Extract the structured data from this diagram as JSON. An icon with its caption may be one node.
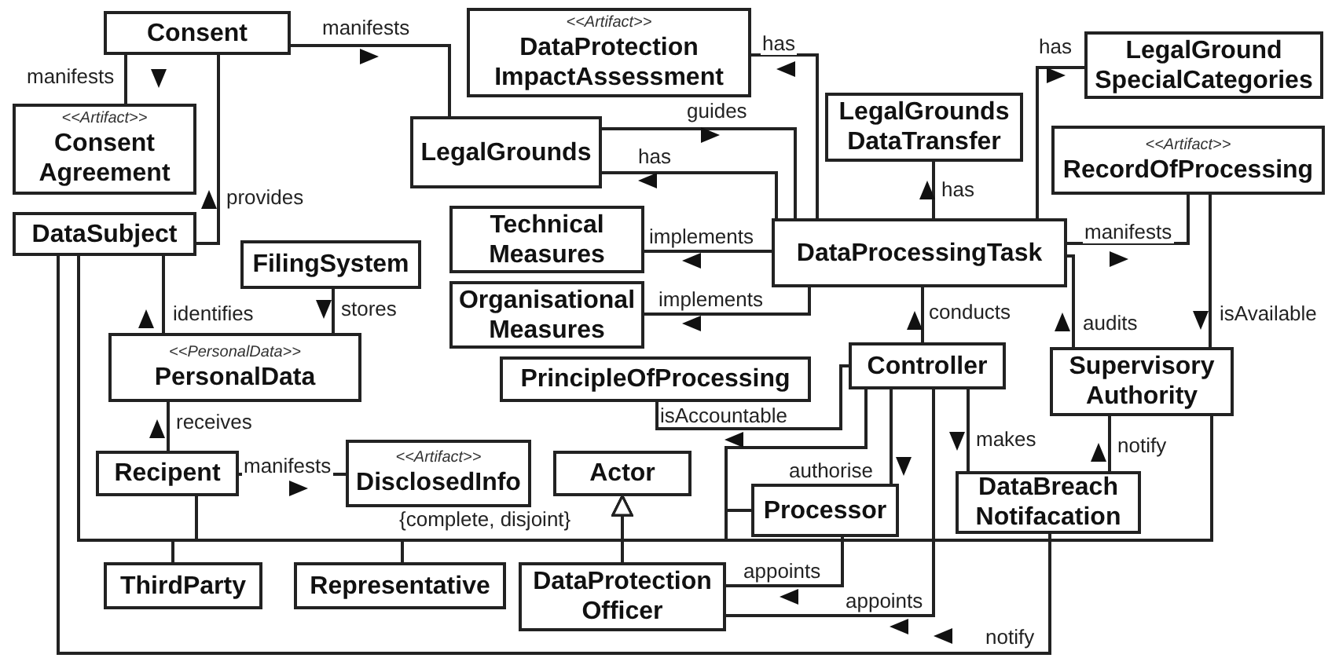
{
  "diagram": {
    "nodes": [
      {
        "text": [
          "Consent"
        ]
      },
      {
        "text": [
          "<<Artifact>>",
          "Consent Agreement"
        ]
      },
      {
        "text": [
          "DataSubject"
        ]
      },
      {
        "text": [
          "<<Artifact>>",
          "DataProtection ImpactAssessment"
        ]
      },
      {
        "text": [
          "LegalGround SpecialCategories"
        ]
      },
      {
        "text": [
          "LegalGrounds"
        ]
      },
      {
        "text": [
          "LegalGrounds DataTransfer"
        ]
      },
      {
        "text": [
          "<<Artifact>>",
          "RecordOfProcessing"
        ]
      },
      {
        "text": [
          "FilingSystem"
        ]
      },
      {
        "text": [
          "Technical Measures"
        ]
      },
      {
        "text": [
          "DataProcessingTask"
        ]
      },
      {
        "text": [
          "Organisational Measures"
        ]
      },
      {
        "text": [
          "<<PersonalData>>",
          "PersonalData"
        ]
      },
      {
        "text": [
          "PrincipleOfProcessing"
        ]
      },
      {
        "text": [
          "Controller"
        ]
      },
      {
        "text": [
          "Supervisory Authority"
        ]
      },
      {
        "text": [
          "Recipent"
        ]
      },
      {
        "text": [
          "<<Artifact>>",
          "DisclosedInfo"
        ]
      },
      {
        "text": [
          "Actor"
        ]
      },
      {
        "text": [
          "Processor"
        ]
      },
      {
        "text": [
          "DataBreach Notifacation"
        ]
      },
      {
        "text": [
          "ThirdParty"
        ]
      },
      {
        "text": [
          "Representative"
        ]
      },
      {
        "text": [
          "DataProtection Officer"
        ]
      }
    ],
    "edges": [
      {
        "from": 0,
        "to": 1,
        "arrow": "none",
        "label": "manifests"
      },
      {
        "from": 0,
        "to": 5,
        "arrow": "none",
        "label": "manifests"
      },
      {
        "from": 2,
        "to": 0,
        "arrow": "none",
        "label": "provides"
      },
      {
        "from": 10,
        "to": 3,
        "arrow": "none",
        "label": "has"
      },
      {
        "from": 5,
        "to": 10,
        "arrow": "none",
        "label": "guides"
      },
      {
        "from": 10,
        "to": 5,
        "arrow": "none",
        "label": "has"
      },
      {
        "from": 10,
        "to": 6,
        "arrow": "none",
        "label": "has"
      },
      {
        "from": 10,
        "to": 4,
        "arrow": "none",
        "label": "has"
      },
      {
        "from": 10,
        "to": 9,
        "arrow": "none",
        "label": "implements"
      },
      {
        "from": 10,
        "to": 11,
        "arrow": "none",
        "label": "implements"
      },
      {
        "from": 10,
        "to": 7,
        "arrow": "none",
        "label": "manifests"
      },
      {
        "from": 15,
        "to": 10,
        "arrow": "none",
        "label": "audits"
      },
      {
        "from": 7,
        "to": 15,
        "arrow": "none",
        "label": "isAvailable"
      },
      {
        "from": 12,
        "to": 2,
        "arrow": "none",
        "label": "identifies"
      },
      {
        "from": 8,
        "to": 12,
        "arrow": "none",
        "label": "stores"
      },
      {
        "from": 16,
        "to": 12,
        "arrow": "none",
        "label": "receives"
      },
      {
        "from": 16,
        "to": 17,
        "arrow": "none",
        "label": "manifests"
      },
      {
        "from": 14,
        "to": 10,
        "arrow": "none",
        "label": "conducts"
      },
      {
        "from": 14,
        "to": 13,
        "arrow": "none",
        "label": "isAccountable"
      },
      {
        "from": 14,
        "to": 19,
        "arrow": "none",
        "label": "authorise"
      },
      {
        "from": 14,
        "to": 20,
        "arrow": "none",
        "label": "makes"
      },
      {
        "from": 20,
        "to": 15,
        "arrow": "none",
        "label": "notify"
      },
      {
        "from": 20,
        "to": 2,
        "arrow": "none",
        "label": "notify"
      },
      {
        "from": 14,
        "to": 23,
        "arrow": "none",
        "label": "appoints"
      },
      {
        "from": 19,
        "to": 23,
        "arrow": "none",
        "label": "appoints"
      },
      {
        "from": 2,
        "to": 18,
        "arrow": "to"
      },
      {
        "from": 16,
        "to": 18,
        "arrow": "to"
      },
      {
        "from": 21,
        "to": 18,
        "arrow": "to"
      },
      {
        "from": 22,
        "to": 18,
        "arrow": "to"
      },
      {
        "from": 23,
        "to": 18,
        "arrow": "to"
      },
      {
        "from": 19,
        "to": 18,
        "arrow": "to"
      },
      {
        "from": 14,
        "to": 18,
        "arrow": "to"
      },
      {
        "from": 15,
        "to": 18,
        "arrow": "to"
      }
    ],
    "labels": [
      "{complete, disjoint}"
    ]
  }
}
